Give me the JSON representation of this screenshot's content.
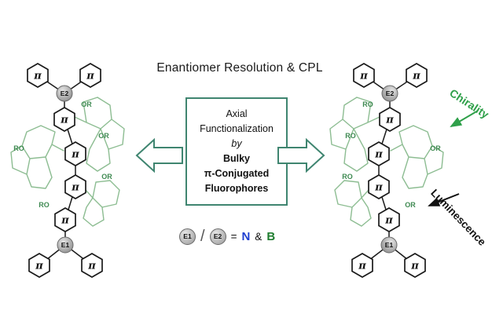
{
  "figure": {
    "title": "Enantiomer Resolution & CPL"
  },
  "center_box": {
    "lines": [
      "Axial",
      "Functionalization",
      "by",
      "Bulky",
      "π-Conjugated",
      "Fluorophores"
    ]
  },
  "legend": {
    "slash": "/",
    "equals": "=",
    "n": "N",
    "amp": "&",
    "b": "B"
  },
  "annotations": {
    "chirality": "Chirality",
    "luminescence": "Luminescence"
  },
  "symbols": {
    "pi": "π",
    "or": "OR",
    "ro": "RO",
    "e1": "E1",
    "e2": "E2"
  },
  "colors": {
    "accent_teal": "#3f8570",
    "sketch_green": "#8dbd92",
    "label_green": "#3f8a52",
    "annotation_green": "#2fa04a",
    "nitrogen_blue": "#1f3fd0",
    "boron_green": "#1f7d2f",
    "circle_gray": "#b9b9b9"
  }
}
